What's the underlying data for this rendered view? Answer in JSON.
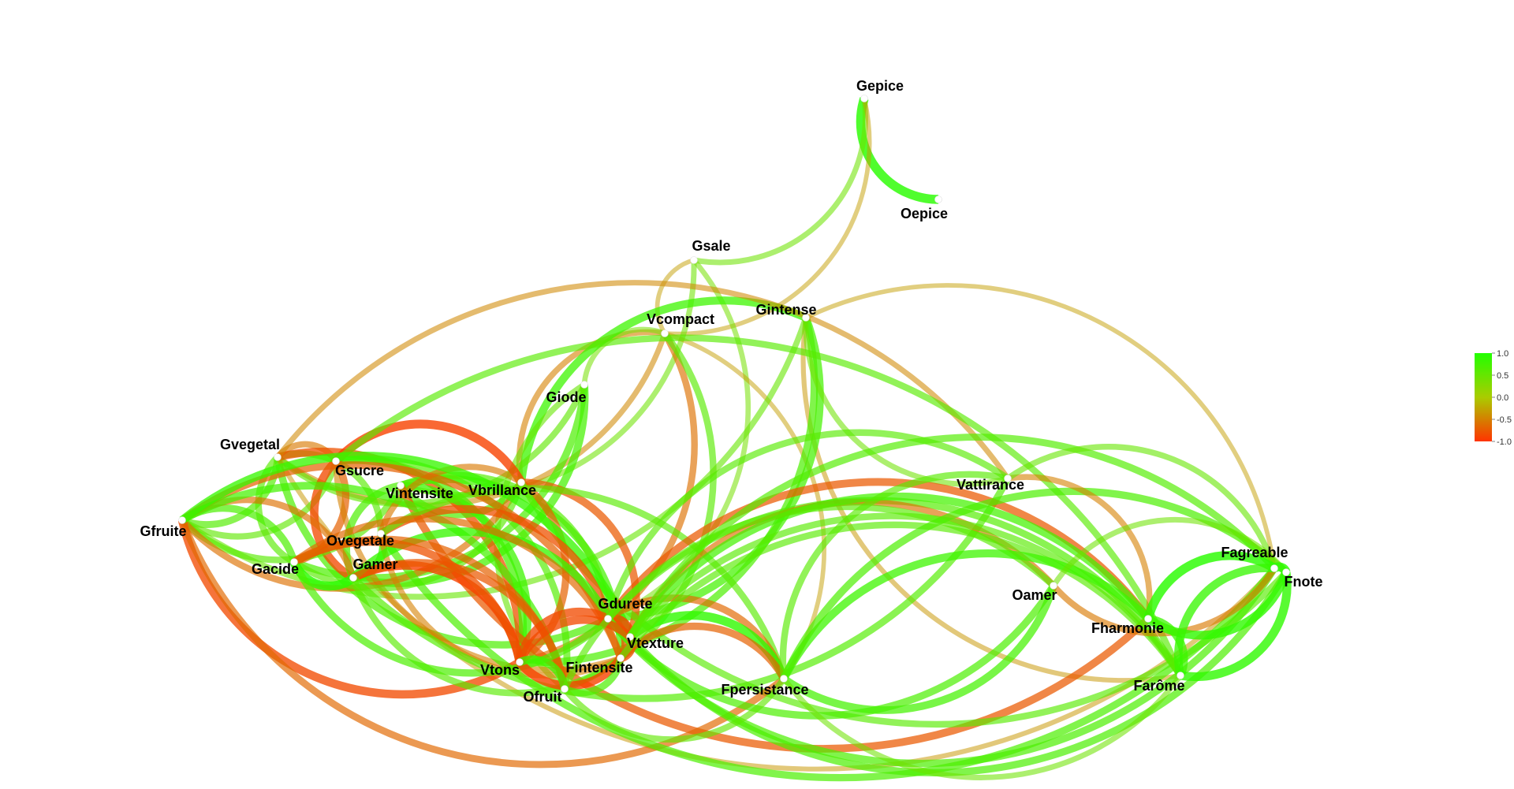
{
  "nodes": [
    {
      "id": "Gepice",
      "label": "Gepice"
    },
    {
      "id": "Oepice",
      "label": "Oepice"
    },
    {
      "id": "Gsale",
      "label": "Gsale"
    },
    {
      "id": "Vcompact",
      "label": "Vcompact"
    },
    {
      "id": "Gintense",
      "label": "Gintense"
    },
    {
      "id": "Giode",
      "label": "Giode"
    },
    {
      "id": "Gvegetal",
      "label": "Gvegetal"
    },
    {
      "id": "Gsucre",
      "label": "Gsucre"
    },
    {
      "id": "Vintensite",
      "label": "Vintensite"
    },
    {
      "id": "Vbrillance",
      "label": "Vbrillance"
    },
    {
      "id": "Gfruite",
      "label": "Gfruite"
    },
    {
      "id": "Ovegetale",
      "label": "Ovegetale"
    },
    {
      "id": "Gamer",
      "label": "Gamer"
    },
    {
      "id": "Gacide",
      "label": "Gacide"
    },
    {
      "id": "Gdurete",
      "label": "Gdurete"
    },
    {
      "id": "Vtexture",
      "label": "Vtexture"
    },
    {
      "id": "Vtons",
      "label": "Vtons"
    },
    {
      "id": "Fintensite",
      "label": "Fintensite"
    },
    {
      "id": "Ofruit",
      "label": "Ofruit"
    },
    {
      "id": "Fpersistance",
      "label": "Fpersistance"
    },
    {
      "id": "Vattirance",
      "label": "Vattirance"
    },
    {
      "id": "Oamer",
      "label": "Oamer"
    },
    {
      "id": "Fharmonie",
      "label": "Fharmonie"
    },
    {
      "id": "Farôme",
      "label": "Farôme"
    },
    {
      "id": "Fagreable",
      "label": "Fagreable"
    },
    {
      "id": "Fnote",
      "label": "Fnote"
    }
  ],
  "edges": [
    {
      "source": "Gepice",
      "target": "Oepice",
      "weight": 0.95
    },
    {
      "source": "Gepice",
      "target": "Gsale",
      "weight": 0.45
    },
    {
      "source": "Gepice",
      "target": "Vcompact",
      "weight": -0.3
    },
    {
      "source": "Gsale",
      "target": "Vcompact",
      "weight": -0.3
    },
    {
      "source": "Gsale",
      "target": "Vintensite",
      "weight": 0.45
    },
    {
      "source": "Gsale",
      "target": "Gdurete",
      "weight": 0.4
    },
    {
      "source": "Vcompact",
      "target": "Vbrillance",
      "weight": -0.5
    },
    {
      "source": "Vcompact",
      "target": "Fpersistance",
      "weight": -0.3
    },
    {
      "source": "Vcompact",
      "target": "Vtons",
      "weight": -0.6
    },
    {
      "source": "Vcompact",
      "target": "Giode",
      "weight": 0.4
    },
    {
      "source": "Vcompact",
      "target": "Gvegetal",
      "weight": -0.45
    },
    {
      "source": "Vcompact",
      "target": "Ofruit",
      "weight": 0.6
    },
    {
      "source": "Gintense",
      "target": "Farôme",
      "weight": -0.35
    },
    {
      "source": "Gintense",
      "target": "Fagreable",
      "weight": -0.3
    },
    {
      "source": "Gintense",
      "target": "Gdurete",
      "weight": 0.75
    },
    {
      "source": "Gintense",
      "target": "Vbrillance",
      "weight": 0.8
    },
    {
      "source": "Gintense",
      "target": "Vtons",
      "weight": 0.7
    },
    {
      "source": "Gintense",
      "target": "Gfruite",
      "weight": 0.5
    },
    {
      "source": "Gintense",
      "target": "Vattirance",
      "weight": 0.45
    },
    {
      "source": "Giode",
      "target": "Gacide",
      "weight": 0.7
    },
    {
      "source": "Giode",
      "target": "Gamer",
      "weight": 0.75
    },
    {
      "source": "Giode",
      "target": "Ofruit",
      "weight": 0.5
    },
    {
      "source": "Giode",
      "target": "Gvegetal",
      "weight": 0.55
    },
    {
      "source": "Gvegetal",
      "target": "Gfruite",
      "weight": 0.65
    },
    {
      "source": "Gvegetal",
      "target": "Gacide",
      "weight": 0.6
    },
    {
      "source": "Gvegetal",
      "target": "Ovegetale",
      "weight": 0.6
    },
    {
      "source": "Gvegetal",
      "target": "Gsucre",
      "weight": -0.55
    },
    {
      "source": "Gvegetal",
      "target": "Gdurete",
      "weight": 0.7
    },
    {
      "source": "Gvegetal",
      "target": "Vtons",
      "weight": -0.8
    },
    {
      "source": "Gvegetal",
      "target": "Vattirance",
      "weight": -0.45
    },
    {
      "source": "Gvegetal",
      "target": "Fagreable",
      "weight": -0.35
    },
    {
      "source": "Gsucre",
      "target": "Gfruite",
      "weight": 0.55
    },
    {
      "source": "Gsucre",
      "target": "Gacide",
      "weight": -0.7
    },
    {
      "source": "Gsucre",
      "target": "Gamer",
      "weight": -0.85
    },
    {
      "source": "Gsucre",
      "target": "Vtons",
      "weight": 0.75
    },
    {
      "source": "Gsucre",
      "target": "Ofruit",
      "weight": 0.65
    },
    {
      "source": "Gsucre",
      "target": "Fintensite",
      "weight": -0.5
    },
    {
      "source": "Gsucre",
      "target": "Vbrillance",
      "weight": -0.9
    },
    {
      "source": "Gsucre",
      "target": "Farôme",
      "weight": 0.6
    },
    {
      "source": "Vintensite",
      "target": "Vbrillance",
      "weight": 0.7
    },
    {
      "source": "Vintensite",
      "target": "Vtons",
      "weight": 0.8
    },
    {
      "source": "Vintensite",
      "target": "Gfruite",
      "weight": 0.6
    },
    {
      "source": "Vintensite",
      "target": "Gamer",
      "weight": 0.7
    },
    {
      "source": "Vintensite",
      "target": "Fintensite",
      "weight": 0.75
    },
    {
      "source": "Vintensite",
      "target": "Gdurete",
      "weight": 0.65
    },
    {
      "source": "Vintensite",
      "target": "Fharmonie",
      "weight": -0.75
    },
    {
      "source": "Vbrillance",
      "target": "Gfruite",
      "weight": -0.6
    },
    {
      "source": "Vbrillance",
      "target": "Gacide",
      "weight": 0.6
    },
    {
      "source": "Vbrillance",
      "target": "Ovegetale",
      "weight": -0.55
    },
    {
      "source": "Vbrillance",
      "target": "Vtexture",
      "weight": -0.75
    },
    {
      "source": "Vbrillance",
      "target": "Vtons",
      "weight": -0.7
    },
    {
      "source": "Vbrillance",
      "target": "Fnote",
      "weight": 0.6
    },
    {
      "source": "Gfruite",
      "target": "Gacide",
      "weight": 0.7
    },
    {
      "source": "Gfruite",
      "target": "Gamer",
      "weight": -0.6
    },
    {
      "source": "Gfruite",
      "target": "Vtons",
      "weight": -0.85
    },
    {
      "source": "Gfruite",
      "target": "Fintensite",
      "weight": -0.7
    },
    {
      "source": "Gfruite",
      "target": "Ofruit",
      "weight": 0.75
    },
    {
      "source": "Gfruite",
      "target": "Fpersistance",
      "weight": -0.65
    },
    {
      "source": "Gfruite",
      "target": "Vtexture",
      "weight": 0.85
    },
    {
      "source": "Ovegetale",
      "target": "Gamer",
      "weight": 0.8
    },
    {
      "source": "Ovegetale",
      "target": "Fintensite",
      "weight": -0.5
    },
    {
      "source": "Ovegetale",
      "target": "Gdurete",
      "weight": -0.8
    },
    {
      "source": "Ovegetale",
      "target": "Fpersistance",
      "weight": 0.6
    },
    {
      "source": "Ovegetale",
      "target": "Fagreable",
      "weight": 0.7
    },
    {
      "source": "Gamer",
      "target": "Gacide",
      "weight": 0.95
    },
    {
      "source": "Gamer",
      "target": "Vtons",
      "weight": -0.9
    },
    {
      "source": "Gamer",
      "target": "Fintensite",
      "weight": 0.6
    },
    {
      "source": "Gamer",
      "target": "Gdurete",
      "weight": 0.85
    },
    {
      "source": "Gamer",
      "target": "Ofruit",
      "weight": -0.75
    },
    {
      "source": "Gamer",
      "target": "Vattirance",
      "weight": 0.65
    },
    {
      "source": "Gacide",
      "target": "Vtons",
      "weight": -0.8
    },
    {
      "source": "Gacide",
      "target": "Ofruit",
      "weight": -0.7
    },
    {
      "source": "Gacide",
      "target": "Gdurete",
      "weight": 0.7
    },
    {
      "source": "Gacide",
      "target": "Fintensite",
      "weight": -0.65
    },
    {
      "source": "Gdurete",
      "target": "Vtexture",
      "weight": -0.9
    },
    {
      "source": "Gdurete",
      "target": "Vtons",
      "weight": -0.85
    },
    {
      "source": "Gdurete",
      "target": "Fintensite",
      "weight": -0.8
    },
    {
      "source": "Gdurete",
      "target": "Fpersistance",
      "weight": -0.65
    },
    {
      "source": "Gdurete",
      "target": "Oamer",
      "weight": 0.7
    },
    {
      "source": "Gdurete",
      "target": "Fharmonie",
      "weight": -0.75
    },
    {
      "source": "Gdurete",
      "target": "Farôme",
      "weight": 0.65
    },
    {
      "source": "Gdurete",
      "target": "Fagreable",
      "weight": 0.7
    },
    {
      "source": "Gdurete",
      "target": "Vattirance",
      "weight": 0.6
    },
    {
      "source": "Vtexture",
      "target": "Fpersistance",
      "weight": 0.9
    },
    {
      "source": "Vtexture",
      "target": "Vtons",
      "weight": -0.85
    },
    {
      "source": "Vtexture",
      "target": "Oamer",
      "weight": -0.6
    },
    {
      "source": "Vtexture",
      "target": "Fharmonie",
      "weight": 0.75
    },
    {
      "source": "Vtexture",
      "target": "Fnote",
      "weight": 0.7
    },
    {
      "source": "Vtexture",
      "target": "Fagreable",
      "weight": 0.65
    },
    {
      "source": "Vtexture",
      "target": "Farôme",
      "weight": 0.6
    },
    {
      "source": "Vtons",
      "target": "Fintensite",
      "weight": -0.9
    },
    {
      "source": "Vtons",
      "target": "Ofruit",
      "weight": 0.8
    },
    {
      "source": "Fintensite",
      "target": "Ofruit",
      "weight": 0.7
    },
    {
      "source": "Fintensite",
      "target": "Vtexture",
      "weight": -0.85
    },
    {
      "source": "Fintensite",
      "target": "Fpersistance",
      "weight": -0.7
    },
    {
      "source": "Fintensite",
      "target": "Farôme",
      "weight": 0.6
    },
    {
      "source": "Ofruit",
      "target": "Fpersistance",
      "weight": 0.55
    },
    {
      "source": "Ofruit",
      "target": "Oamer",
      "weight": 0.6
    },
    {
      "source": "Fpersistance",
      "target": "Fharmonie",
      "weight": 0.8
    },
    {
      "source": "Fpersistance",
      "target": "Oamer",
      "weight": 0.75
    },
    {
      "source": "Fpersistance",
      "target": "Fnote",
      "weight": 0.7
    },
    {
      "source": "Fpersistance",
      "target": "Vattirance",
      "weight": 0.6
    },
    {
      "source": "Fpersistance",
      "target": "Farôme",
      "weight": 0.45
    },
    {
      "source": "Vattirance",
      "target": "Fharmonie",
      "weight": -0.5
    },
    {
      "source": "Vattirance",
      "target": "Fagreable",
      "weight": 0.5
    },
    {
      "source": "Oamer",
      "target": "Fagreable",
      "weight": -0.55
    },
    {
      "source": "Oamer",
      "target": "Fnote",
      "weight": 0.45
    },
    {
      "source": "Fharmonie",
      "target": "Fagreable",
      "weight": 0.95
    },
    {
      "source": "Fharmonie",
      "target": "Fnote",
      "weight": 0.9
    },
    {
      "source": "Fharmonie",
      "target": "Farôme",
      "weight": 0.8
    },
    {
      "source": "Farôme",
      "target": "Fagreable",
      "weight": 0.85
    },
    {
      "source": "Farôme",
      "target": "Fnote",
      "weight": 0.9
    },
    {
      "source": "Fagreable",
      "target": "Fnote",
      "weight": 0.95
    }
  ],
  "legend": {
    "ticks": [
      "1.0",
      "0.5",
      "0.0",
      "-0.5",
      "-1.0"
    ],
    "colors": {
      "high": "#22ff00",
      "mid": "#aacc00",
      "low": "#ff3300"
    }
  }
}
